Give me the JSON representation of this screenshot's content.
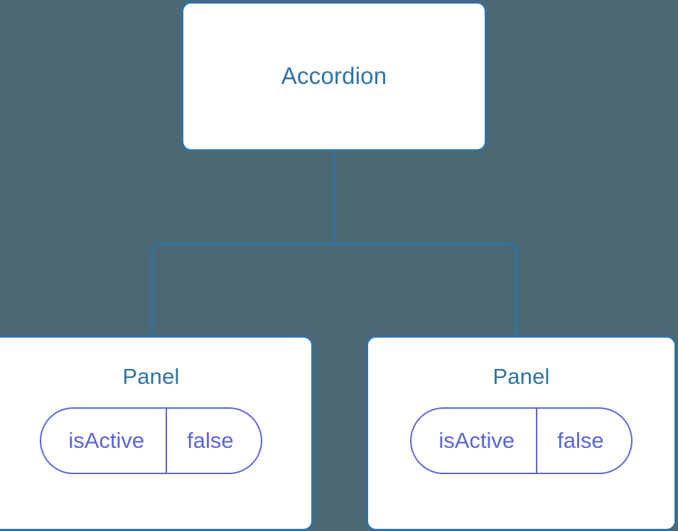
{
  "diagram": {
    "type": "component-tree",
    "background_color": "#4c6874",
    "node_border_color": "#2f74a6",
    "node_title_color": "#2f74a6",
    "connector_color": "#2f74a6",
    "pill_color": "#5c65d8",
    "root": {
      "title": "Accordion"
    },
    "children": [
      {
        "title": "Panel",
        "state": {
          "key": "isActive",
          "value": "false"
        }
      },
      {
        "title": "Panel",
        "state": {
          "key": "isActive",
          "value": "false"
        }
      }
    ]
  }
}
